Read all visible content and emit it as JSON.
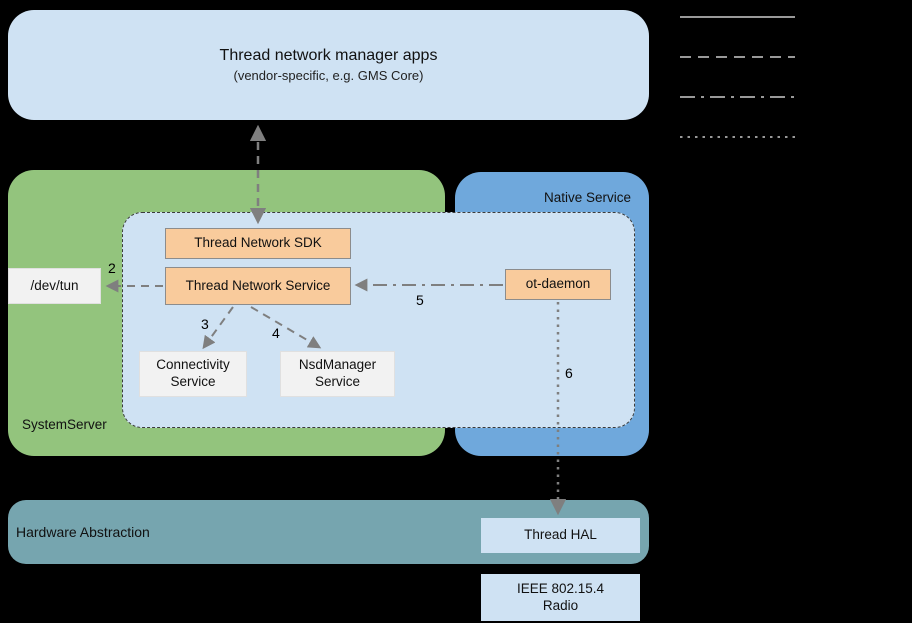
{
  "apps": {
    "title": "Thread network manager apps",
    "subtitle": "(vendor-specific, e.g. GMS Core)"
  },
  "groups": {
    "system_server": "SystemServer",
    "native_service": "Native Service",
    "hardware_abstraction": "Hardware Abstraction"
  },
  "nodes": {
    "thread_network_sdk": "Thread Network SDK",
    "thread_network_service": "Thread Network Service",
    "ot_daemon": "ot-daemon",
    "connectivity_service": "Connectivity\nService",
    "nsd_manager_service": "NsdManager\nService",
    "dev_tun": "/dev/tun",
    "thread_hal": "Thread HAL",
    "ieee_radio": "IEEE 802.15.4\nRadio"
  },
  "edges": {
    "service_to_tun": "2",
    "service_to_connectivity": "3",
    "service_to_nsd": "4",
    "daemon_to_service": "5",
    "daemon_to_hal": "6"
  },
  "legend": {
    "items": [
      {
        "name": "solid-line"
      },
      {
        "name": "dashed-line"
      },
      {
        "name": "dash-dot-line"
      },
      {
        "name": "dotted-line"
      }
    ]
  },
  "colors": {
    "background": "#000000",
    "apps_fill": "#cfe2f3",
    "system_server_fill": "#93c47d",
    "native_service_fill": "#6fa8dc",
    "stack_fill": "#cfe2f3",
    "component_fill": "#f9cb9c",
    "service_box_fill": "#f2f2f2",
    "hardware_fill": "#76a5af",
    "hal_fill": "#cfe2f3",
    "arrow_color": "#7f7f7f",
    "legend_line_color": "#999999"
  }
}
